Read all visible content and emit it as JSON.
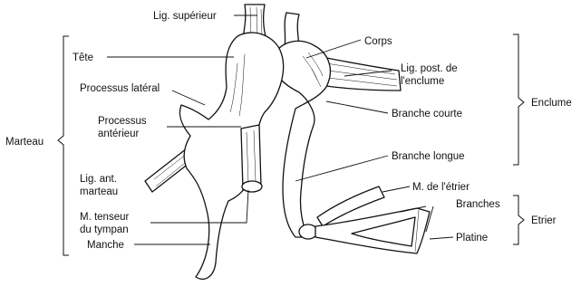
{
  "labels": {
    "lig_superieur": "Lig. supérieur",
    "corps": "Corps",
    "tete": "Tête",
    "lig_post_l1": "Lig. post. de",
    "lig_post_l2": "l'enclume",
    "processus_lateral": "Processus latéral",
    "processus_anterieur_l1": "Processus",
    "processus_anterieur_l2": "antérieur",
    "branche_courte": "Branche courte",
    "enclume": "Enclume",
    "marteau": "Marteau",
    "branche_longue": "Branche longue",
    "lig_ant_l1": "Lig. ant.",
    "lig_ant_l2": "marteau",
    "m_etrier": "M. de l'étrier",
    "m_tenseur_l1": "M. tenseur",
    "m_tenseur_l2": "du tympan",
    "branches": "Branches",
    "etrier": "Etrier",
    "platine": "Platine",
    "manche": "Manche"
  }
}
